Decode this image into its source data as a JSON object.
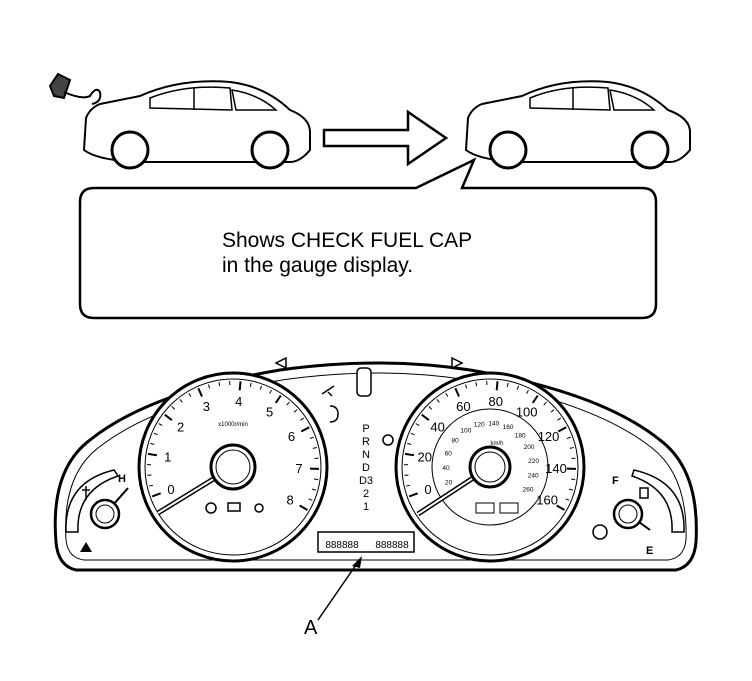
{
  "callout": {
    "line1": "Shows CHECK FUEL CAP",
    "line2": "in the gauge display."
  },
  "pointer_label": "A",
  "tachometer": {
    "ticks": [
      "0",
      "1",
      "2",
      "3",
      "4",
      "5",
      "6",
      "7",
      "8"
    ],
    "unit": "x1000r/min"
  },
  "speedometer": {
    "outer_ticks": [
      "0",
      "20",
      "40",
      "60",
      "80",
      "100",
      "120",
      "140",
      "160"
    ],
    "inner_ticks": [
      "20",
      "40",
      "60",
      "80",
      "100",
      "120",
      "140",
      "160",
      "180",
      "200",
      "220",
      "240",
      "260"
    ],
    "inner_unit": "km/h"
  },
  "temp_gauge": {
    "high": "H"
  },
  "fuel_gauge": {
    "full": "F",
    "empty": "E"
  },
  "gear_indicator": [
    "P",
    "R",
    "N",
    "D",
    "D3",
    "2",
    "1"
  ],
  "odometer": {
    "segments": "888888",
    "trip_segments": "888888"
  }
}
